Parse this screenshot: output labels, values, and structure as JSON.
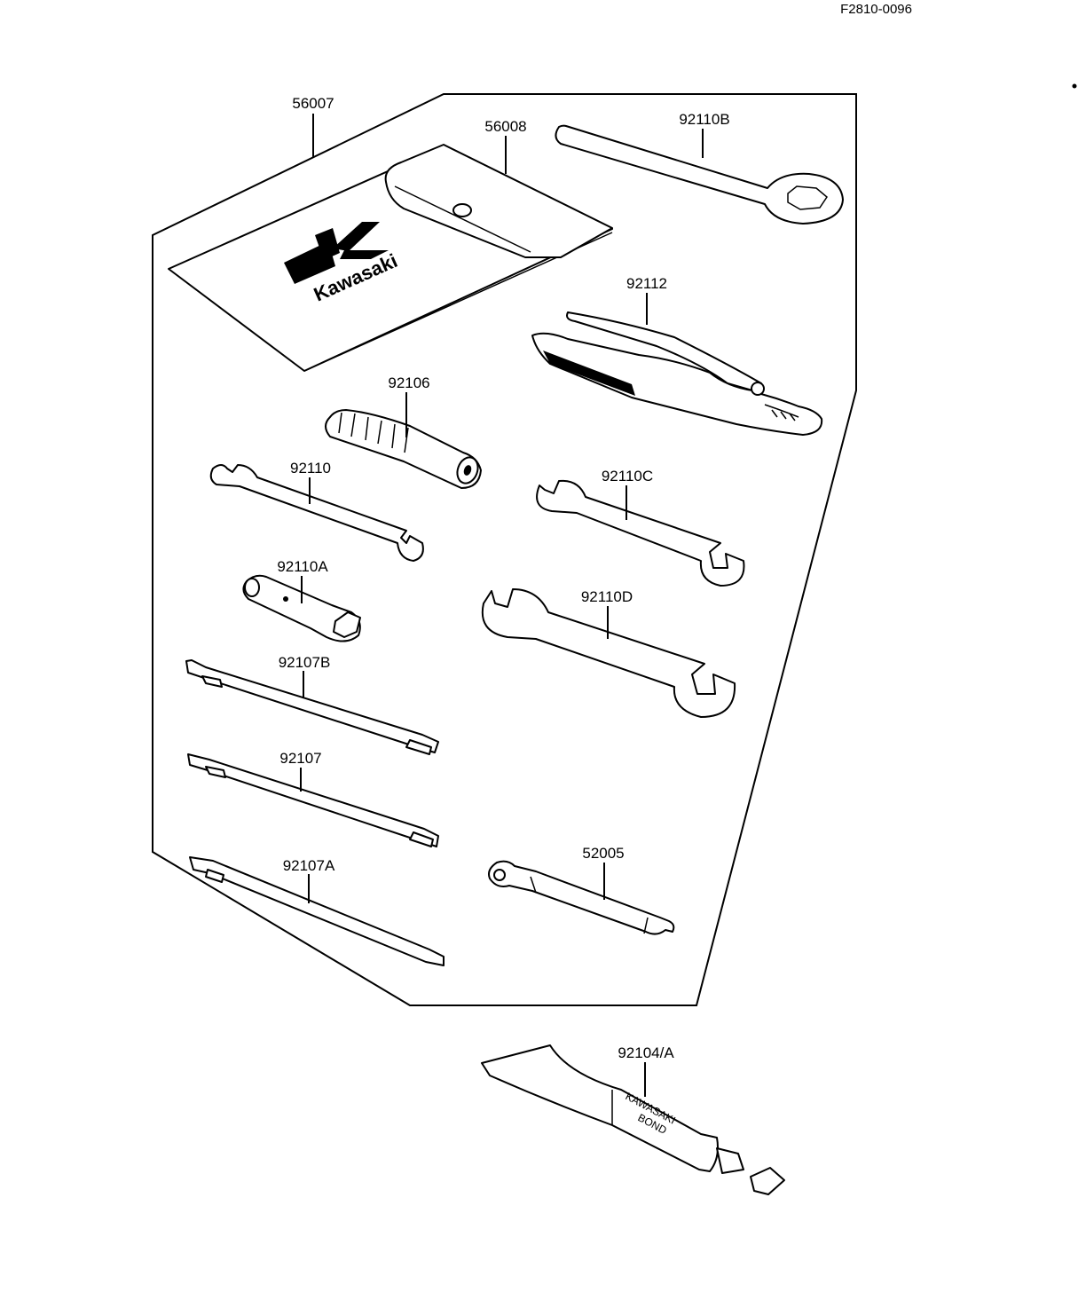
{
  "diagram_code": "F2810-0096",
  "parts": [
    {
      "id": "p-56007",
      "label": "56007",
      "name": "tool-bag"
    },
    {
      "id": "p-56008",
      "label": "56008",
      "name": "tool-pouch"
    },
    {
      "id": "p-92110B",
      "label": "92110B",
      "name": "ring-wrench"
    },
    {
      "id": "p-92112",
      "label": "92112",
      "name": "pliers"
    },
    {
      "id": "p-92106",
      "label": "92106",
      "name": "screwdriver-handle"
    },
    {
      "id": "p-92110",
      "label": "92110",
      "name": "open-end-wrench-small"
    },
    {
      "id": "p-92110C",
      "label": "92110C",
      "name": "open-end-wrench-medium"
    },
    {
      "id": "p-92110A",
      "label": "92110A",
      "name": "spark-plug-wrench"
    },
    {
      "id": "p-92110D",
      "label": "92110D",
      "name": "open-end-wrench-large"
    },
    {
      "id": "p-92107B",
      "label": "92107B",
      "name": "screwdriver-bit-b"
    },
    {
      "id": "p-92107",
      "label": "92107",
      "name": "screwdriver-bit"
    },
    {
      "id": "p-92107A",
      "label": "92107A",
      "name": "screwdriver-bit-a"
    },
    {
      "id": "p-52005",
      "label": "52005",
      "name": "hex-wrench-extension"
    },
    {
      "id": "p-92104A",
      "label": "92104/A",
      "name": "bond-tube"
    }
  ],
  "pouch_logo_text": "Kawasaki",
  "tube_text": [
    "KAWASAKI",
    "BOND"
  ]
}
